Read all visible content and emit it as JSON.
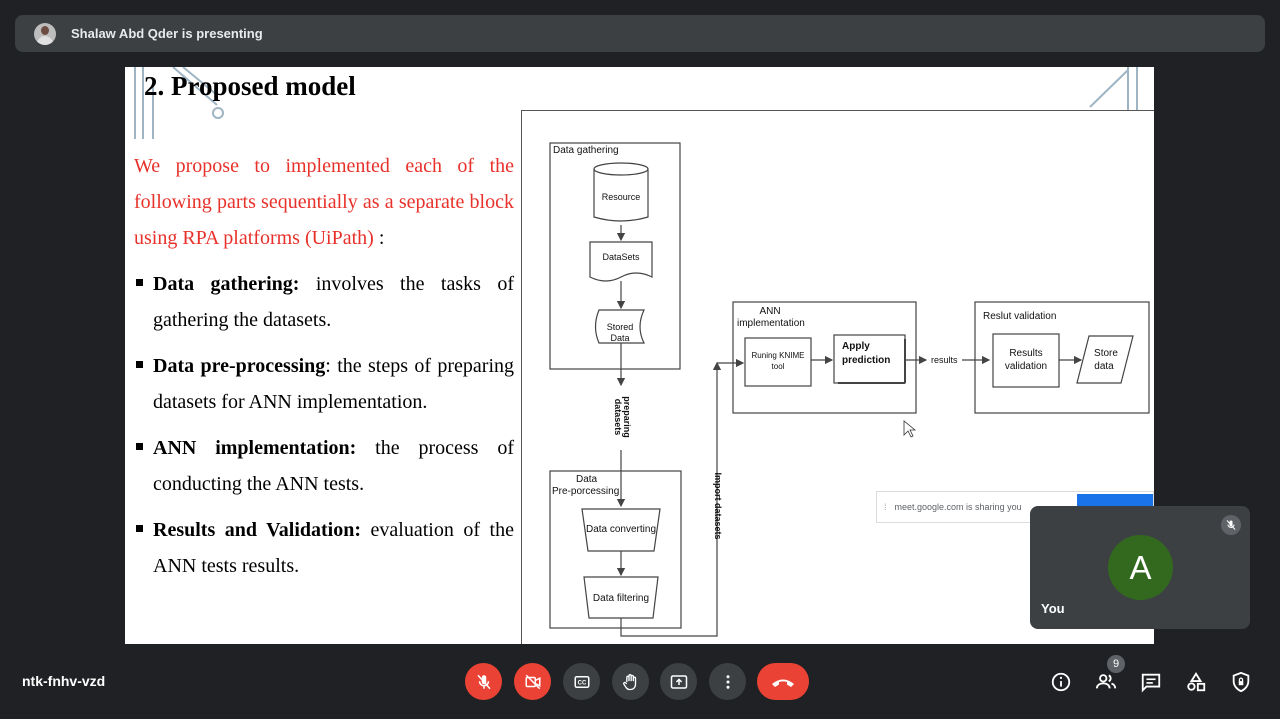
{
  "presenter": {
    "text": "Shalaw Abd Qder is presenting"
  },
  "slide": {
    "title": "2. Proposed model",
    "intro": "We propose to  implemented each of the following parts sequentially as a separate block using RPA platforms (UiPath)",
    "intro_colon": " :",
    "bullets": [
      {
        "bold": "Data gathering:",
        "text": " involves the tasks of gathering the datasets."
      },
      {
        "bold": "Data pre-processing",
        "text": ": the steps of preparing datasets for ANN implementation."
      },
      {
        "bold": "ANN implementation:",
        "text": " the process of conducting the ANN tests."
      },
      {
        "bold": "Results and Validation:",
        "text": " evaluation of the ANN tests results."
      }
    ]
  },
  "diagram": {
    "data_gathering": "Data gathering",
    "resource": "Resource",
    "datasets": "DataSets",
    "stored_1": "Stored",
    "stored_2": "Data",
    "preparing_1": "preparing",
    "preparing_2": "datasets",
    "preproc_1": "Data",
    "preproc_2": "Pre-porcessing",
    "data_converting": "Data converting",
    "data_filtering": "Data filtering",
    "import_datasets": "Import datasets",
    "ann_1": "ANN",
    "ann_2": "implementation",
    "knime_1": "Runing KNIME",
    "knime_2": "tool",
    "apply_1": "Apply",
    "apply_2": "prediction",
    "results": "results",
    "result_validation": "Reslut validation",
    "results_validation_1": "Results",
    "results_validation_2": "validation",
    "store_1": "Store",
    "store_2": "data"
  },
  "share_notice": {
    "text": "meet.google.com is sharing you"
  },
  "self_tile": {
    "initial": "A",
    "name": "You",
    "avatar_color": "#33691e"
  },
  "meeting": {
    "code": "ntk-fnhv-vzd"
  },
  "participants": {
    "count": "9"
  },
  "icons": [
    "mic-off-icon",
    "camera-off-icon",
    "captions-icon",
    "raise-hand-icon",
    "present-icon",
    "more-icon",
    "end-call-icon",
    "info-icon",
    "people-icon",
    "chat-icon",
    "activities-icon",
    "host-controls-icon"
  ]
}
